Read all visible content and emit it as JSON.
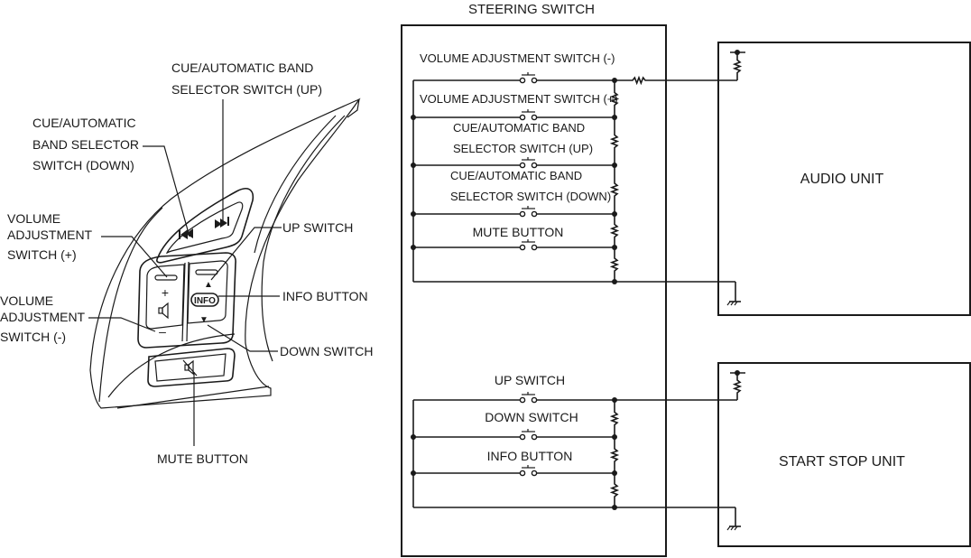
{
  "left_figure": {
    "callouts": {
      "cue_up": [
        "CUE/AUTOMATIC BAND",
        "SELECTOR SWITCH (UP)"
      ],
      "cue_down": [
        "CUE/AUTOMATIC",
        "BAND SELECTOR",
        "SWITCH (DOWN)"
      ],
      "vol_plus": [
        "VOLUME",
        "ADJUSTMENT",
        "SWITCH (+)"
      ],
      "vol_minus": [
        "VOLUME",
        "ADJUSTMENT",
        "SWITCH (-)"
      ],
      "up_switch": "UP SWITCH",
      "info_button": "INFO BUTTON",
      "down_switch": "DOWN SWITCH",
      "mute_button": "MUTE BUTTON"
    },
    "glyphs": {
      "plus": "+",
      "minus": "–",
      "info": "INFO",
      "up_arrow": "▲",
      "down_arrow": "▼"
    }
  },
  "circuit": {
    "steering_switch_title": "STEERING SWITCH",
    "audio_group": {
      "switches": [
        {
          "label": [
            "VOLUME ADJUSTMENT SWITCH (-)"
          ]
        },
        {
          "label": [
            "VOLUME ADJUSTMENT SWITCH (+)"
          ]
        },
        {
          "label": [
            "CUE/AUTOMATIC BAND",
            "SELECTOR SWITCH (UP)"
          ]
        },
        {
          "label": [
            "CUE/AUTOMATIC BAND",
            "SELECTOR SWITCH (DOWN)"
          ]
        },
        {
          "label": [
            "MUTE BUTTON"
          ]
        }
      ]
    },
    "startstop_group": {
      "switches": [
        {
          "label": [
            "UP SWITCH"
          ]
        },
        {
          "label": [
            "DOWN SWITCH"
          ]
        },
        {
          "label": [
            "INFO BUTTON"
          ]
        }
      ]
    },
    "audio_unit_label": "AUDIO UNIT",
    "start_stop_unit_label": "START STOP UNIT"
  }
}
